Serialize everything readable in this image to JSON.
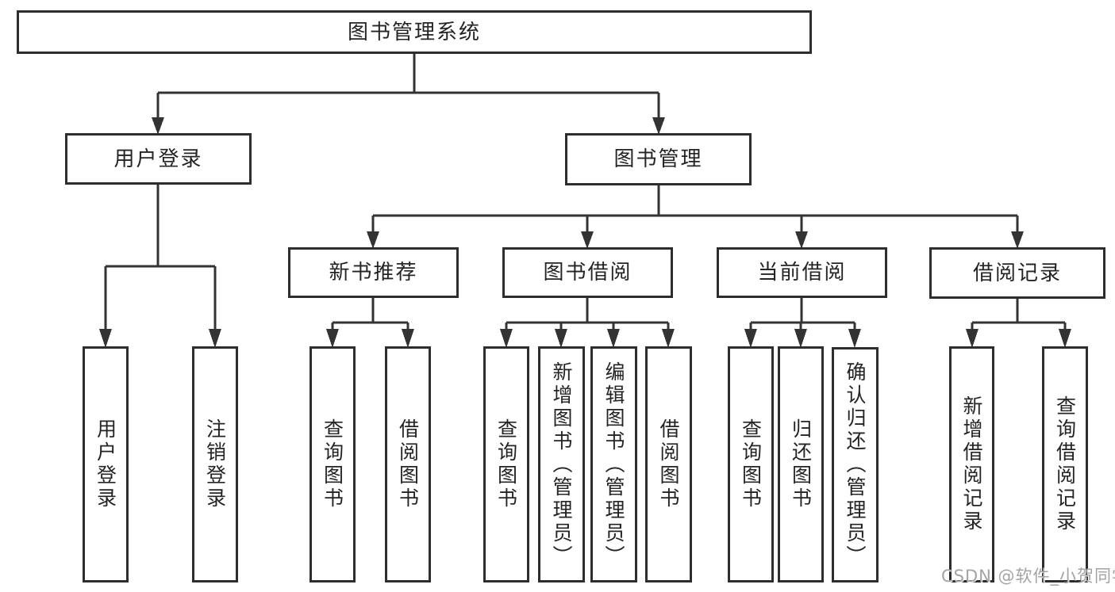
{
  "diagram": {
    "root": {
      "label": "图书管理系统"
    },
    "branches": [
      {
        "label": "用户登录",
        "children": [
          {
            "label": "用户登录"
          },
          {
            "label": "注销登录"
          }
        ]
      },
      {
        "label": "图书管理",
        "children": [
          {
            "label": "新书推荐",
            "children": [
              {
                "label": "查询图书"
              },
              {
                "label": "借阅图书"
              }
            ]
          },
          {
            "label": "图书借阅",
            "children": [
              {
                "label": "查询图书"
              },
              {
                "label": "新增图书（管理员）"
              },
              {
                "label": "编辑图书（管理员）"
              },
              {
                "label": "借阅图书"
              }
            ]
          },
          {
            "label": "当前借阅",
            "children": [
              {
                "label": "查询图书"
              },
              {
                "label": "归还图书"
              },
              {
                "label": "确认归还（管理员）"
              }
            ]
          },
          {
            "label": "借阅记录",
            "children": [
              {
                "label": "新增借阅记录"
              },
              {
                "label": "查询借阅记录"
              }
            ]
          }
        ]
      }
    ]
  },
  "watermark": {
    "text": "CSDN @软件_小贺同学"
  },
  "colors": {
    "line": "#333333",
    "box_border": "#2d2d2d",
    "box_fill": "#ffffff",
    "text": "#242424",
    "watermark": "#a3a3a3"
  }
}
